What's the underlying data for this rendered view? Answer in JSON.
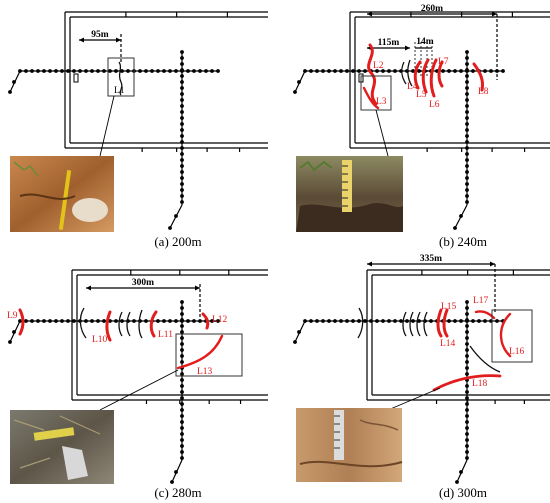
{
  "panels": [
    {
      "caption": "(a)  200m",
      "dims": [
        {
          "label": "95m"
        }
      ],
      "cracks": [
        {
          "label": "L1"
        }
      ],
      "photo": {
        "subject": "crack in soil with tape measure and stone"
      }
    },
    {
      "caption": "(b)  240m",
      "dims": [
        {
          "label": "260m"
        },
        {
          "label": "115m"
        },
        {
          "label": "14m"
        }
      ],
      "cracks": [
        {
          "label": "L2"
        },
        {
          "label": "L3"
        },
        {
          "label": "L4"
        },
        {
          "label": "L5"
        },
        {
          "label": "L6"
        },
        {
          "label": "L7"
        },
        {
          "label": "L8"
        }
      ],
      "photo": {
        "subject": "ground crack with measuring staff"
      }
    },
    {
      "caption": "(c)  280m",
      "dims": [
        {
          "label": "300m"
        }
      ],
      "cracks": [
        {
          "label": "L9"
        },
        {
          "label": "L10"
        },
        {
          "label": "L11"
        },
        {
          "label": "L12"
        },
        {
          "label": "L13"
        }
      ],
      "photo": {
        "subject": "crack in grass with tape measure"
      }
    },
    {
      "caption": "(d)  300m",
      "dims": [
        {
          "label": "335m"
        }
      ],
      "cracks": [
        {
          "label": "L14"
        },
        {
          "label": "L15"
        },
        {
          "label": "L16"
        },
        {
          "label": "L17"
        },
        {
          "label": "L18"
        }
      ],
      "photo": {
        "subject": "crack in dry soil with tape measure"
      }
    }
  ],
  "colors": {
    "line": "#000000",
    "crack": "#e11d1d",
    "label": "#e11d1d",
    "highlight_box": "#333333"
  }
}
